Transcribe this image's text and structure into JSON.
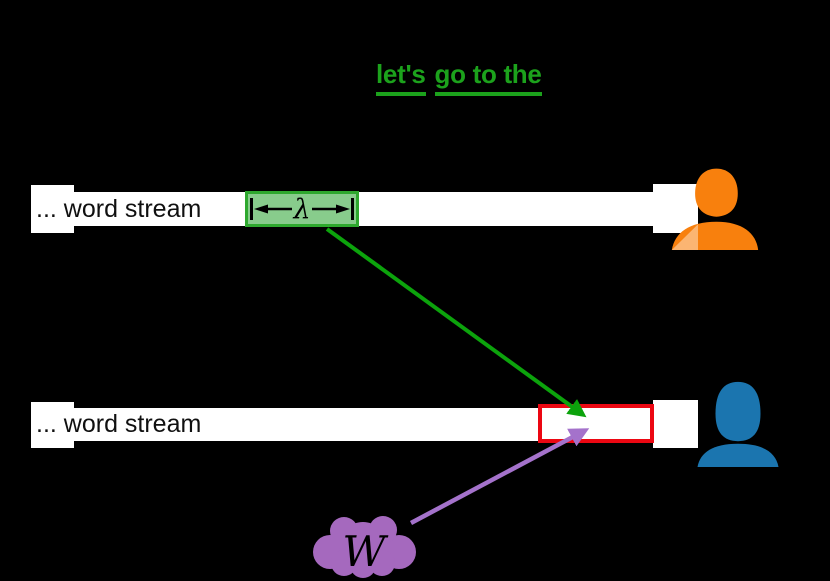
{
  "title": {
    "part1": "let's",
    "part2": "go to the"
  },
  "streams": {
    "top": {
      "label": "... word stream",
      "window_label": "λ"
    },
    "bottom": {
      "label": "... word stream"
    }
  },
  "cloud": {
    "label": "W"
  },
  "icons": {
    "speaker_top": "person-icon",
    "speaker_bottom": "person-icon",
    "window_span": "double-arrow-icon",
    "word_cloud": "cloud-shape"
  },
  "colors": {
    "background": "#000000",
    "stream_bar": "#ffffff",
    "title_green": "#1CA21C",
    "window_fill": "#88CC8C",
    "window_border": "#2EA82E",
    "green_arrow": "#0CA30C",
    "target_border": "#EC0712",
    "speaker_top_orange": "#F8800D",
    "speaker_bottom_blue": "#1B75AF",
    "cloud_purple": "#A569BE",
    "purple_arrow": "#A472CB"
  }
}
